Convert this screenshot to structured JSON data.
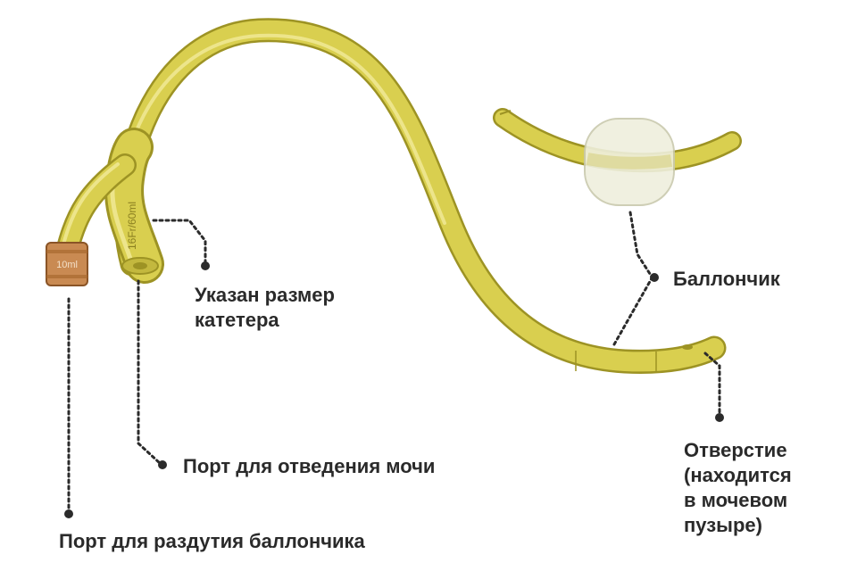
{
  "labels": {
    "size": [
      "Указан размер",
      "катетера"
    ],
    "balloon": [
      "Баллончик"
    ],
    "drain_port": [
      "Порт для отведения мочи"
    ],
    "inflate_port": [
      "Порт для раздутия баллончика"
    ],
    "opening": [
      "Отверстие",
      "(находится",
      "в мочевом",
      "пузыре)"
    ]
  },
  "markings": {
    "valve_text": "10ml",
    "size_text": "16Fr/60ml"
  },
  "colors": {
    "catheter_fill": "#d9cf4f",
    "catheter_outline": "#9d9324",
    "catheter_highlight": "#f1ea9a",
    "valve_fill": "#c98a52",
    "valve_outline": "#8a5426",
    "balloon_fill": "#efefdd",
    "balloon_outline": "#c9c9ad",
    "leader_line": "#2b2b2b",
    "label_text": "#2a2a2a"
  }
}
